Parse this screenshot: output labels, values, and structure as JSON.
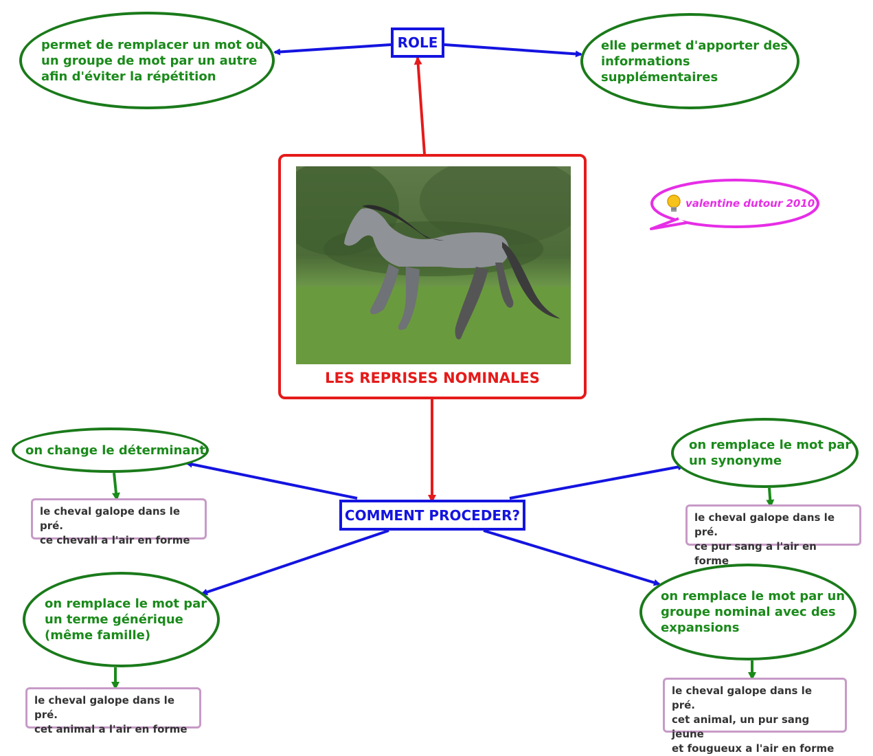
{
  "center": {
    "title": "LES REPRISES NOMINALES",
    "image": "horse-photo"
  },
  "role": {
    "label": "ROLE",
    "left": [
      "permet de remplacer un mot ou",
      "un groupe de mot par un autre",
      "afin d'éviter la répétition"
    ],
    "right": [
      "elle permet d'apporter des",
      "informations",
      "supplémentaires"
    ]
  },
  "comment": {
    "label": "COMMENT PROCEDER?",
    "methods": [
      {
        "text": [
          "on change le déterminant"
        ],
        "example": [
          "le cheval galope dans le pré.",
          "ce chevall a l'air en forme"
        ]
      },
      {
        "text": [
          "on remplace le mot par",
          "un synonyme"
        ],
        "example": [
          "le cheval galope dans le pré.",
          "ce pur sang a l'air en forme"
        ]
      },
      {
        "text": [
          "on remplace le mot par",
          "un terme générique",
          "(même famille)"
        ],
        "example": [
          "le cheval galope dans le pré.",
          "cet animal a l'air en forme"
        ]
      },
      {
        "text": [
          "on remplace le mot par un",
          "groupe nominal avec des",
          "expansions"
        ],
        "example": [
          "le cheval galope dans le pré.",
          "cet animal, un pur sang jeune",
          "et fougueux a l'air en forme"
        ]
      }
    ]
  },
  "author": {
    "text": "valentine dutour 2010",
    "icon": "lightbulb-icon"
  },
  "colors": {
    "center": "#e51a1a",
    "blue": "#1414e0",
    "green": "#1a7a1a",
    "example_border": "#c79ac7",
    "author": "#e62ee6"
  }
}
